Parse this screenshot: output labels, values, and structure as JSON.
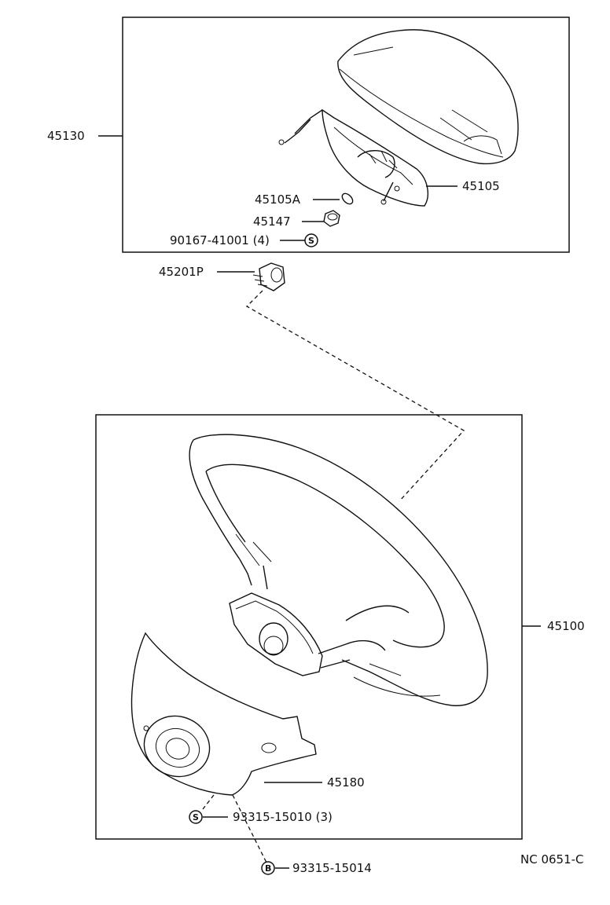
{
  "parts": {
    "p45130": "45130",
    "p45105": "45105",
    "p45105A": "45105A",
    "p45147": "45147",
    "p90167": "90167-41001 (4)",
    "p45201P": "45201P",
    "p45100": "45100",
    "p45180": "45180",
    "p93315_15010": "93315-15010 (3)",
    "p93315_15014": "93315-15014"
  },
  "symbols": {
    "s_symbol": "S",
    "b_symbol": "B"
  },
  "ref_code": "NC 0651-C",
  "colors": {
    "line": "#111111",
    "background": "#ffffff"
  }
}
